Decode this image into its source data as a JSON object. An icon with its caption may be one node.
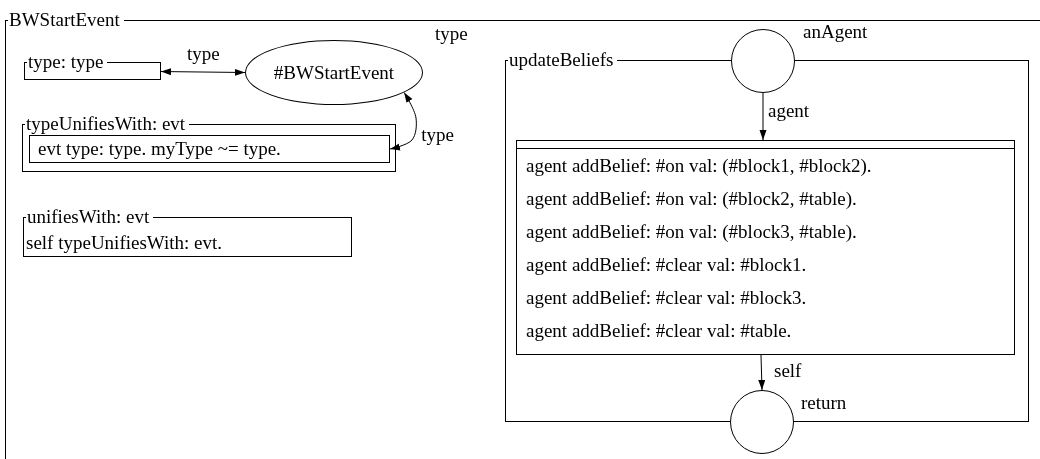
{
  "diagram": {
    "nodes": [
      {
        "text": [
          "BWStartEvent"
        ]
      },
      {
        "text": [
          "type: type"
        ],
        "in": 0
      },
      {
        "text": [
          "#BWStartEvent"
        ],
        "in": 0,
        "beside": [
          "type"
        ]
      },
      {
        "text": [
          "typeUnifiesWith: evt"
        ],
        "in": 0
      },
      {
        "text": [
          "evt type: type. myType ~= type."
        ],
        "in": 3
      },
      {
        "text": [
          "unifiesWith: evt",
          "self typeUnifiesWith: evt."
        ],
        "in": 0
      },
      {
        "text": [
          "updateBeliefs"
        ],
        "in": 0
      },
      {
        "text": [],
        "shape": "circle",
        "in": 0,
        "beside": [
          "anAgent"
        ]
      },
      {
        "text": [
          "agent addBelief: #on val: (#block1, #block2).",
          "agent addBelief: #on val: (#block2, #table).",
          "agent addBelief: #on val: (#block3, #table).",
          "agent addBelief: #clear val: #block1.",
          "agent addBelief: #clear val: #block3.",
          "agent addBelief: #clear val: #table."
        ],
        "in": 6
      },
      {
        "text": [],
        "shape": "circle",
        "in": 0,
        "beside": [
          "return"
        ]
      }
    ],
    "edges": [
      {
        "from": 1,
        "to": 2,
        "arrow": "both",
        "label": "type"
      },
      {
        "from": 2,
        "to": 4,
        "arrow": "both",
        "label": "type"
      },
      {
        "from": 7,
        "to": 8,
        "arrow": "to",
        "label": "agent"
      },
      {
        "from": 8,
        "to": 9,
        "arrow": "to",
        "label": "self"
      }
    ]
  }
}
